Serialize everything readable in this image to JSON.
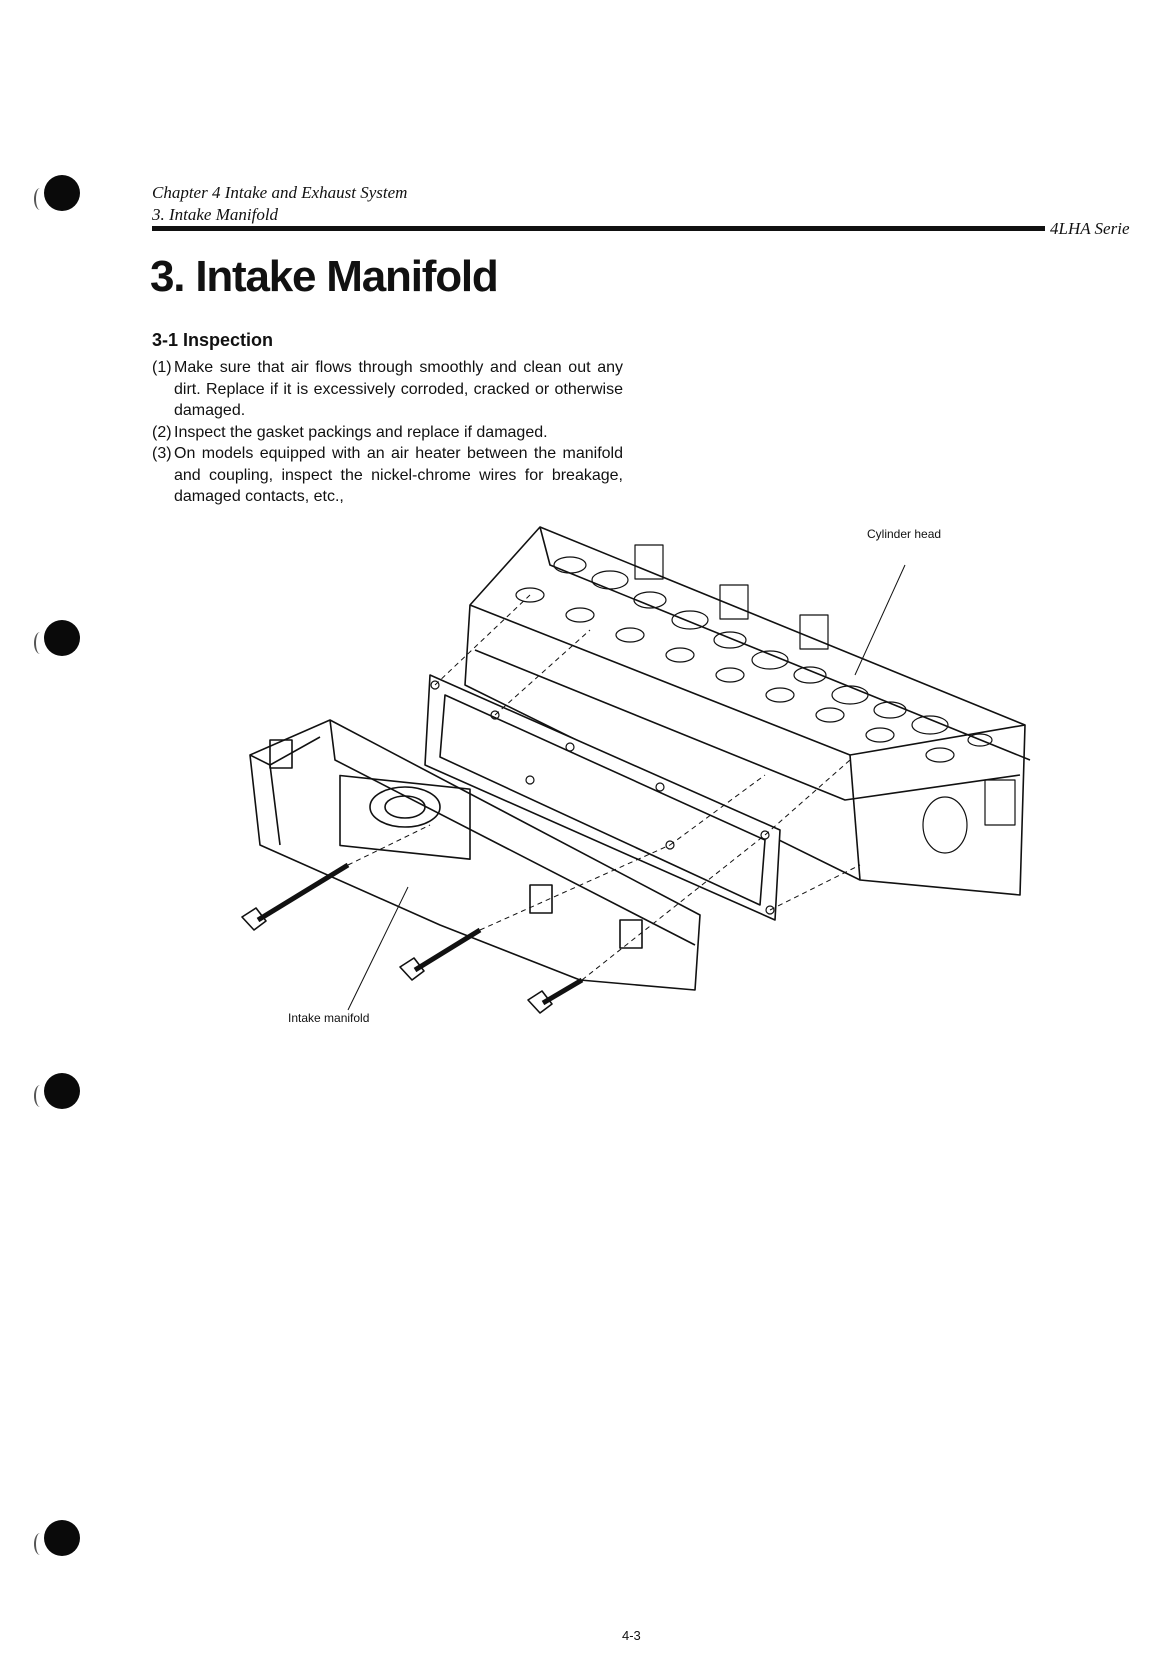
{
  "header": {
    "chapter": "Chapter 4 Intake and Exhaust System",
    "section": "3. Intake Manifold",
    "series": "4LHA Serie"
  },
  "title": "3. Intake Manifold",
  "inspection": {
    "heading": "3-1 Inspection",
    "steps": [
      {
        "no": "(1)",
        "text": "Make sure that air flows through smoothly and clean out any dirt. Replace if it is excessively corroded, cracked or otherwise damaged."
      },
      {
        "no": "(2)",
        "text": "Inspect the gasket packings and replace if damaged."
      },
      {
        "no": "(3)",
        "text": "On models equipped with an air heater between the manifold and coupling, inspect the nickel-chrome wires for breakage, damaged contacts, etc.,"
      }
    ]
  },
  "figure": {
    "labels": {
      "cylinder_head": "Cylinder head",
      "intake_manifold": "Intake manifold"
    }
  },
  "page_number": "4-3"
}
